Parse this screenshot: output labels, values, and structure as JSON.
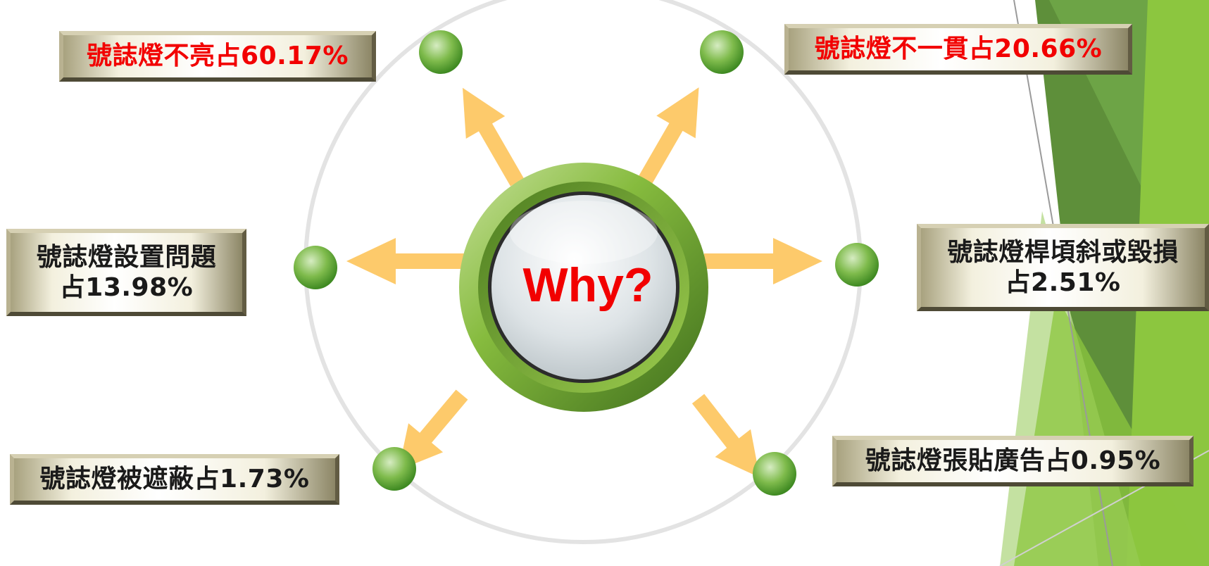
{
  "center": {
    "text": "Why?"
  },
  "labels": {
    "top_left": {
      "line1": "號誌燈不亮占60.17%",
      "color": "#f20000"
    },
    "top_right": {
      "line1": "號誌燈不一貫占20.66%",
      "color": "#f20000"
    },
    "mid_left": {
      "line1": "號誌燈設置問題",
      "line2": "占13.98%",
      "color": "#1a1a1a"
    },
    "mid_right": {
      "line1": "號誌燈桿頃斜或毀損",
      "line2": "占2.51%",
      "color": "#1a1a1a"
    },
    "bottom_left": {
      "line1": "號誌燈被遮蔽占1.73%",
      "color": "#1a1a1a"
    },
    "bottom_right": {
      "line1": "號誌燈張貼廣告占0.95%",
      "color": "#1a1a1a"
    }
  },
  "colors": {
    "arrow": "#fdca6b",
    "node": "#6cab3c",
    "ring": "#e3e3e3",
    "button_green": "#78ad3a",
    "accent_green": "#7ab648"
  }
}
